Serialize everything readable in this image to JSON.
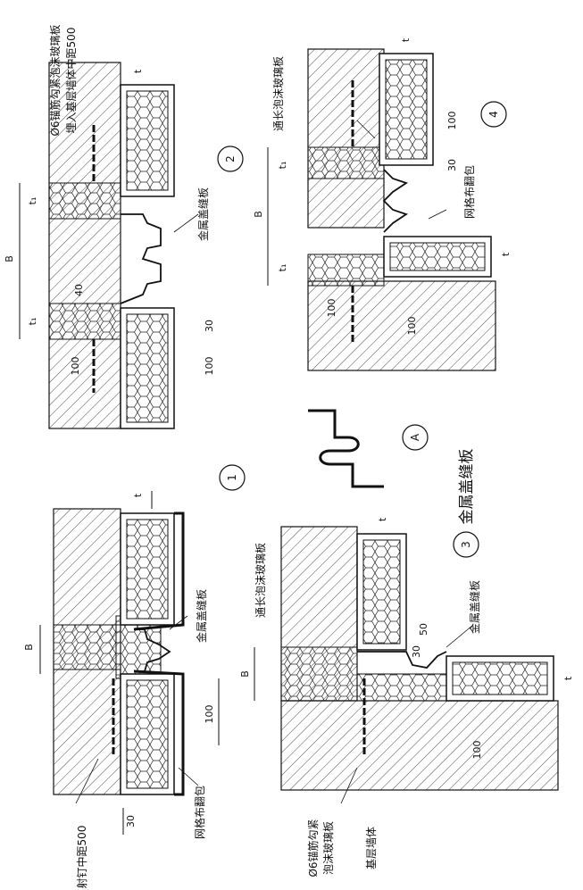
{
  "labels": {
    "d1_anchor": "射钉中距500",
    "d1_mesh": "网格布翻包",
    "d1_plate": "金属盖缝板",
    "d3_anchor_a": "Ø6锚筋勾紧",
    "d3_anchor_b": "泡沫玻璃板",
    "d3_wall": "基层墙体",
    "d3_foam": "通长泡沫玻璃板",
    "d3_plate": "金属盖缝板",
    "d2_anchor_a": "Ø6锚筋勾紧泡沫玻璃板",
    "d2_anchor_b": "埋入基层墙体中距500",
    "d2_plate": "金属盖缝板",
    "d4_foam": "通长泡沫玻璃板",
    "d4_mesh": "网格布翻包"
  },
  "title": "金属盖缝板",
  "detail_numbers": {
    "d1": "1",
    "d2": "2",
    "d3": "3",
    "d4": "4",
    "a": "A"
  },
  "dimensions": {
    "B": "B",
    "t": "t",
    "t1": "t₁",
    "d30": "30",
    "d40": "40",
    "d50": "50",
    "d100": "100"
  }
}
